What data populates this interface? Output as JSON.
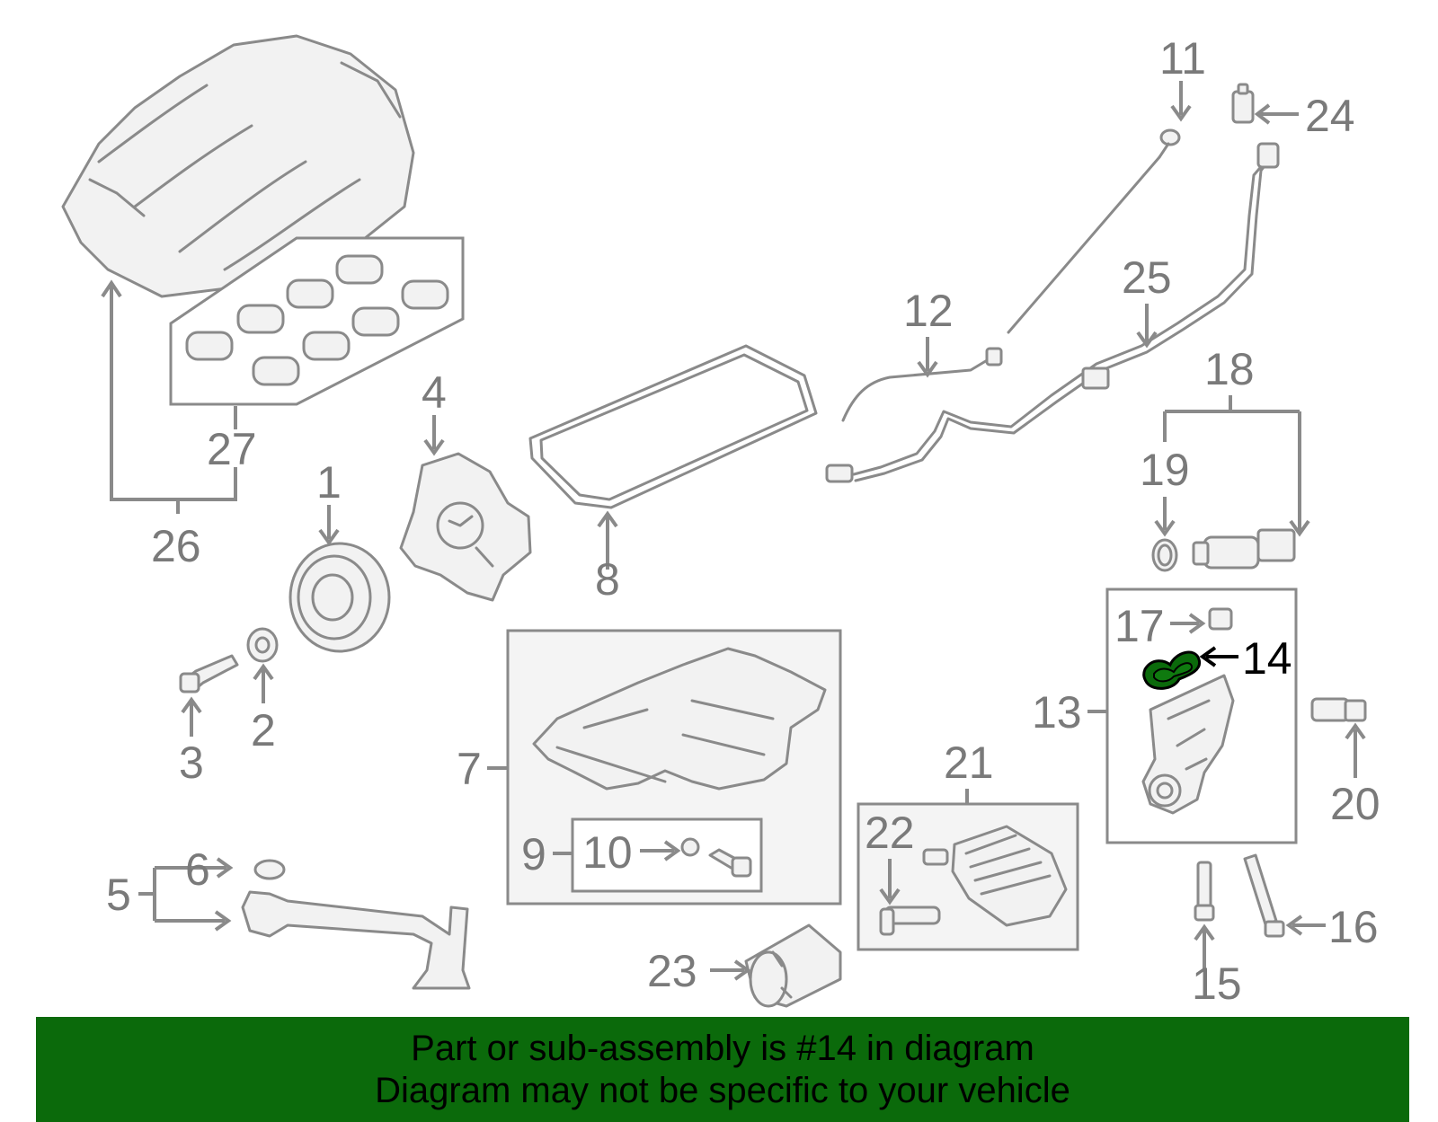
{
  "diagram": {
    "labels": {
      "p1": "1",
      "p2": "2",
      "p3": "3",
      "p4": "4",
      "p5": "5",
      "p6": "6",
      "p7": "7",
      "p8": "8",
      "p9": "9",
      "p10": "10",
      "p11": "11",
      "p12": "12",
      "p13": "13",
      "p14": "14",
      "p15": "15",
      "p16": "16",
      "p17": "17",
      "p18": "18",
      "p19": "19",
      "p20": "20",
      "p21": "21",
      "p22": "22",
      "p23": "23",
      "p24": "24",
      "p25": "25",
      "p26": "26",
      "p27": "27"
    },
    "highlighted_part": "14",
    "colors": {
      "highlight": "#0b6a0b",
      "parts": "#8a8a8a",
      "banner": "#0b6a0b"
    }
  },
  "banner": {
    "line1": "Part or sub-assembly is #14 in diagram",
    "line2": "Diagram may not be specific to your vehicle"
  }
}
